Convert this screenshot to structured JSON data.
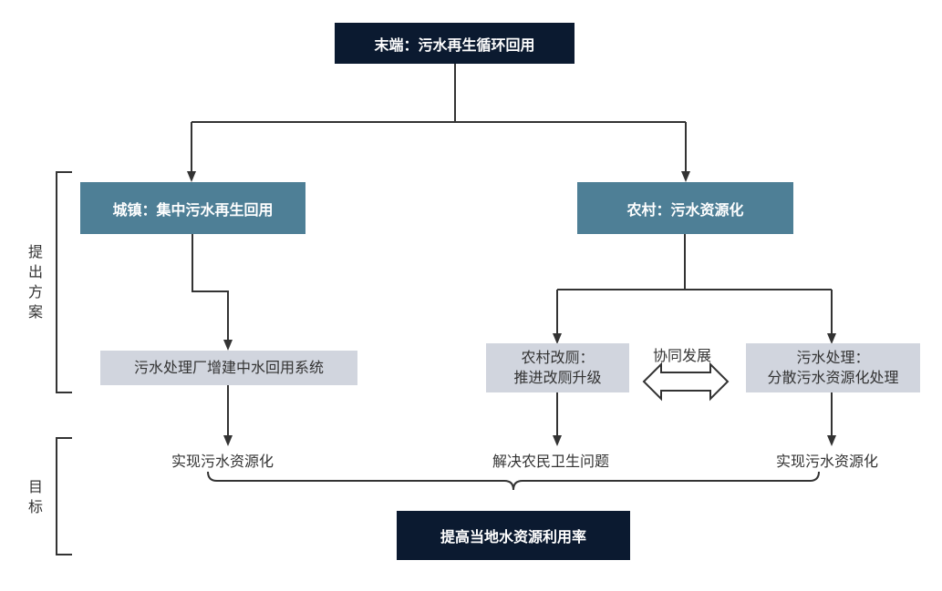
{
  "top": {
    "label": "末端：污水再生循环回用"
  },
  "branches": {
    "urban": {
      "label": "城镇：集中污水再生回用",
      "measure": "污水处理厂增建中水回用系统",
      "goal": "实现污水资源化"
    },
    "rural": {
      "label": "农村：污水资源化",
      "toilet": {
        "line1": "农村改厕：",
        "line2": "推进改厕升级"
      },
      "sewage": {
        "line1": "污水处理：",
        "line2": "分散污水资源化处理"
      },
      "link_label": "协同发展",
      "toilet_goal": "解决农民卫生问题",
      "sewage_goal": "实现污水资源化"
    }
  },
  "side_labels": {
    "plan": "提出方案",
    "goal": "目标"
  },
  "bottom": {
    "label": "提高当地水资源利用率"
  },
  "colors": {
    "dark": "#0b1a30",
    "teal": "#4e7f96",
    "gray": "#d1d5de",
    "line": "#333333"
  }
}
